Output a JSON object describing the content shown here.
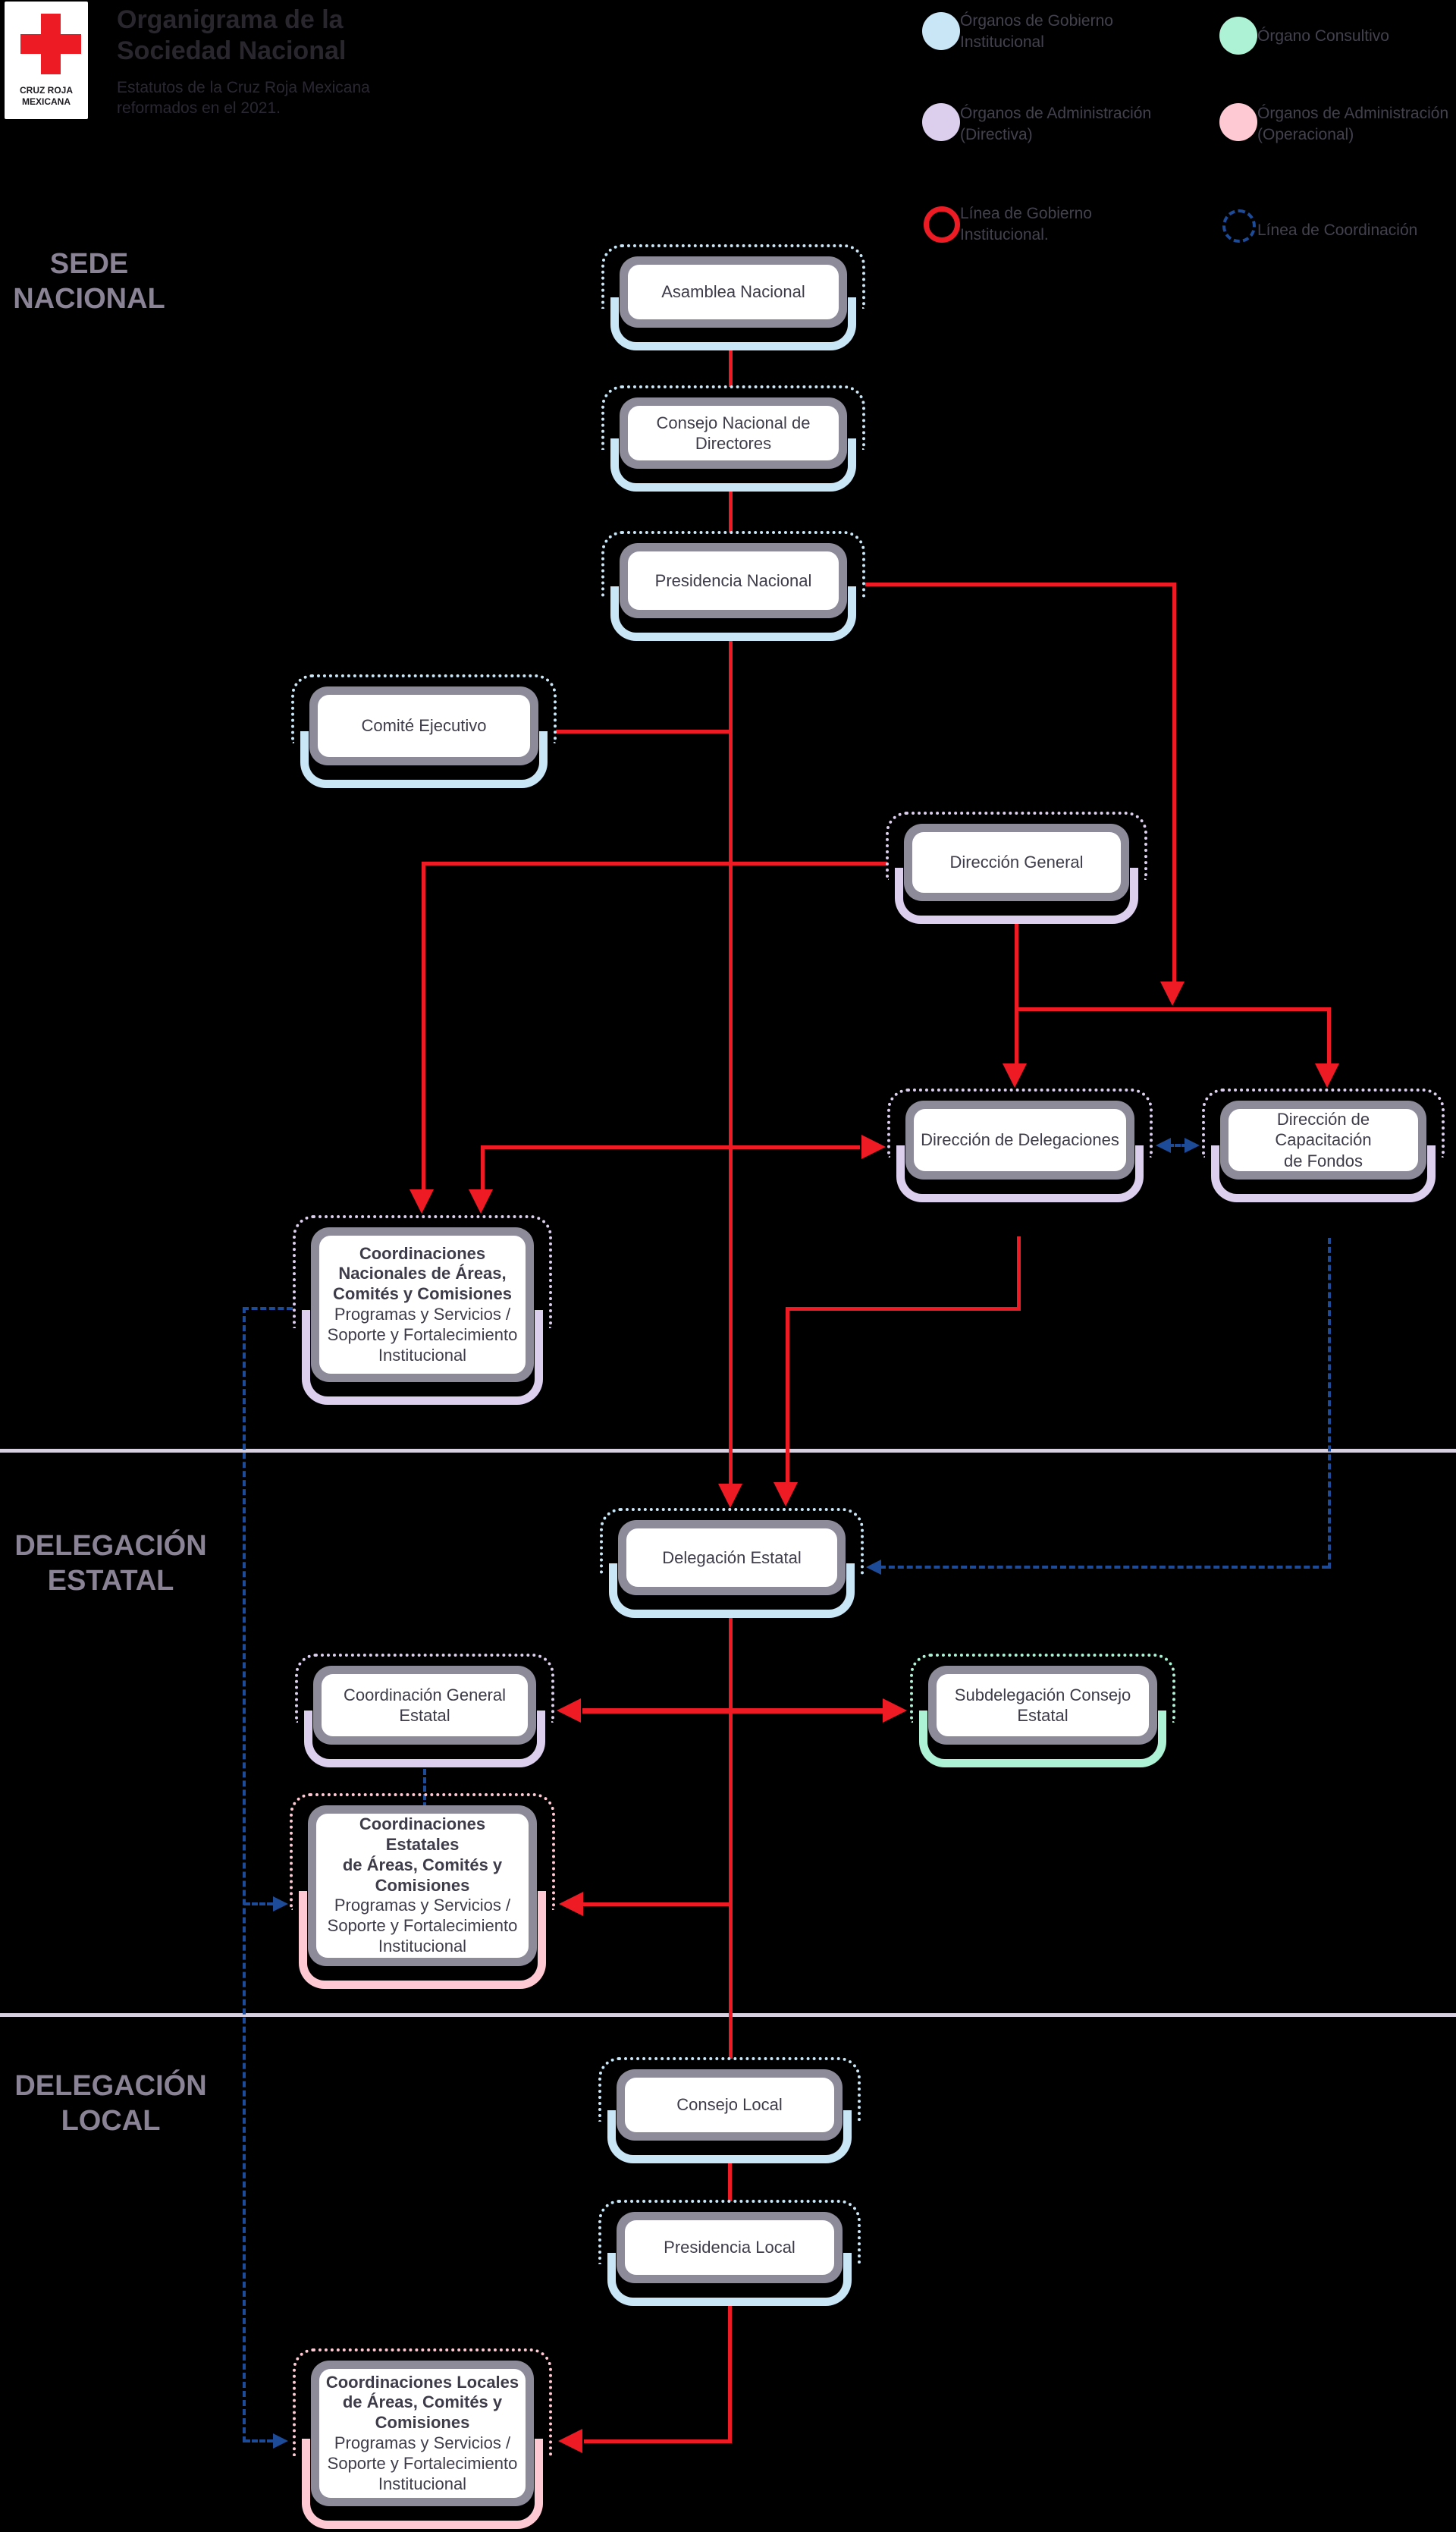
{
  "header": {
    "logo_line1": "CRUZ ROJA",
    "logo_line2": "MEXICANA",
    "title": "Organigrama de la\nSociedad Nacional",
    "subtitle": "Estatutos de la Cruz Roja Mexicana\nreformados en el 2021."
  },
  "legend": {
    "items": [
      {
        "swatch": "dot-light-blue",
        "label": "Órganos de Gobierno\nInstitucional"
      },
      {
        "swatch": "dot-light-green",
        "label": "Órgano Consultivo"
      },
      {
        "swatch": "dot-lavender",
        "label": "Órganos de Administración\n(Directiva)"
      },
      {
        "swatch": "dot-pink",
        "label": "Órganos de Administración\n(Operacional)"
      },
      {
        "swatch": "ring-red-solid",
        "label": "Línea de Gobierno\nInstitucional."
      },
      {
        "swatch": "ring-blue-dashed",
        "label": "Línea de Coordinación"
      }
    ]
  },
  "sections": {
    "sede_nacional": {
      "label": "SEDE\nNACIONAL"
    },
    "delegacion_estatal": {
      "label": "DELEGACIÓN\nESTATAL"
    },
    "delegacion_local": {
      "label": "DELEGACIÓN\nLOCAL"
    }
  },
  "nodes": {
    "asamblea": {
      "label": "Asamblea Nacional",
      "category": "gobierno-institucional"
    },
    "consejo_nacional": {
      "label": "Consejo Nacional de\nDirectores",
      "category": "gobierno-institucional"
    },
    "presidencia_nacional": {
      "label": "Presidencia Nacional",
      "category": "gobierno-institucional"
    },
    "comite_ejecutivo": {
      "label": "Comité Ejecutivo",
      "category": "gobierno-institucional"
    },
    "direccion_general": {
      "label": "Dirección General",
      "category": "administracion-directiva"
    },
    "direccion_delegaciones": {
      "label": "Dirección de Delegaciones",
      "category": "administracion-directiva"
    },
    "direccion_capacitacion": {
      "label": "Dirección de Capacitación\nde Fondos",
      "category": "administracion-directiva"
    },
    "coordinaciones_nacionales": {
      "title": "Coordinaciones\nNacionales de Áreas,\nComités y Comisiones",
      "subtitle": "Programas y Servicios /\nSoporte y Fortalecimiento\nInstitucional",
      "category": "administracion-directiva"
    },
    "delegacion_estatal": {
      "label": "Delegación Estatal",
      "category": "gobierno-institucional"
    },
    "coordinacion_general_estatal": {
      "label": "Coordinación General\nEstatal",
      "category": "administracion-directiva"
    },
    "subdelegacion_consejo_estatal": {
      "label": "Subdelegación Consejo\nEstatal",
      "category": "organo-consultivo"
    },
    "coordinaciones_estatales": {
      "title": "Coordinaciones Estatales\nde Áreas, Comités y\nComisiones",
      "subtitle": "Programas y Servicios /\nSoporte y Fortalecimiento\nInstitucional",
      "category": "administracion-operacional"
    },
    "consejo_local": {
      "label": "Consejo Local",
      "category": "gobierno-institucional"
    },
    "presidencia_local": {
      "label": "Presidencia Local",
      "category": "gobierno-institucional"
    },
    "coordinaciones_locales": {
      "title": "Coordinaciones Locales\nde Áreas, Comités y\nComisiones",
      "subtitle": "Programas y Servicios /\nSoporte y Fortalecimiento\nInstitucional",
      "category": "administracion-operacional"
    }
  },
  "colors": {
    "background": "#000000",
    "governance_line_red": "#ee1b24",
    "coordination_line_blue": "#1d4b97",
    "gobierno_institucional": "#c9e6f7",
    "organo_consultivo": "#aef2d6",
    "administracion_directiva": "#dccfee",
    "administracion_operacional": "#ffc9d4",
    "box_inner_border": "#8d8a99",
    "section_label": "#8a8295",
    "divider": "#d6d0e0"
  }
}
